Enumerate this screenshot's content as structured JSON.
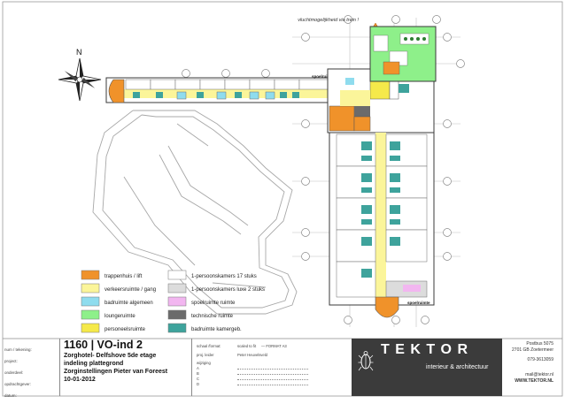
{
  "plan": {
    "escape_note": "vluchtmogelijkheid via trein !",
    "north_label": "N",
    "spoel_labels": [
      "spoelruimte",
      "spoelruimte"
    ]
  },
  "legend": {
    "left": [
      {
        "label": "trappenhuis / lift",
        "color": "#f0922a"
      },
      {
        "label": "verkeersruimte / gang",
        "color": "#fbf59a"
      },
      {
        "label": "badruimte algemeen",
        "color": "#8fdcee"
      },
      {
        "label": "loungeruimte",
        "color": "#8ef08a"
      },
      {
        "label": "personeelsruimte",
        "color": "#f5e94a"
      }
    ],
    "right": [
      {
        "label": "1-persoonskamers 17 stuks",
        "color": "#ffffff"
      },
      {
        "label": "1-persoonskamers luxe 2 stuks",
        "color": "#dcdcdc"
      },
      {
        "label": "spoelruimte ruimte",
        "color": "#f2b6f0"
      },
      {
        "label": "technische ruimte",
        "color": "#6b6b6b"
      },
      {
        "label": "badruimte kamergeb.",
        "color": "#3ea39c"
      }
    ]
  },
  "title_block": {
    "field_labels": [
      "num / tekening:",
      "project:",
      "onderdeel:",
      "opdrachtgever:",
      "datum:"
    ],
    "number": "1160 | VO-ind 2",
    "project": "Zorghotel- Delfshove 5de etage",
    "part": "indeling plattegrond",
    "client": "Zorginstellingen Pieter van Foreest",
    "date": "10-01-2012",
    "schaal_label": "schaal /format:",
    "scaled_label": "scaled to fit",
    "format_value": "— FORMAT A3",
    "projleider_label": "proj. leider",
    "projleider_value": "Peter Heuvelsveld",
    "wijziging_label": "wijziging",
    "revisions": [
      "A",
      "B",
      "C",
      "D"
    ]
  },
  "company": {
    "name": "T E K T O R",
    "tagline": "interieur & architectuur",
    "address1": "Postbus 5075",
    "address2": "2701 GB Zoetermeer",
    "phone": "079-3613059",
    "email": "mail@tektor.nl",
    "web": "WWW.TEKTOR.NL"
  },
  "colors": {
    "stair": "#f0922a",
    "corridor": "#fbf59a",
    "bath_general": "#8fdcee",
    "lounge": "#8ef08a",
    "staff": "#f5e94a",
    "luxe": "#dcdcdc",
    "spoel": "#f2b6f0",
    "tech": "#6b6b6b",
    "bath_room": "#3ea39c",
    "company_bar": "#3b3b3b"
  }
}
